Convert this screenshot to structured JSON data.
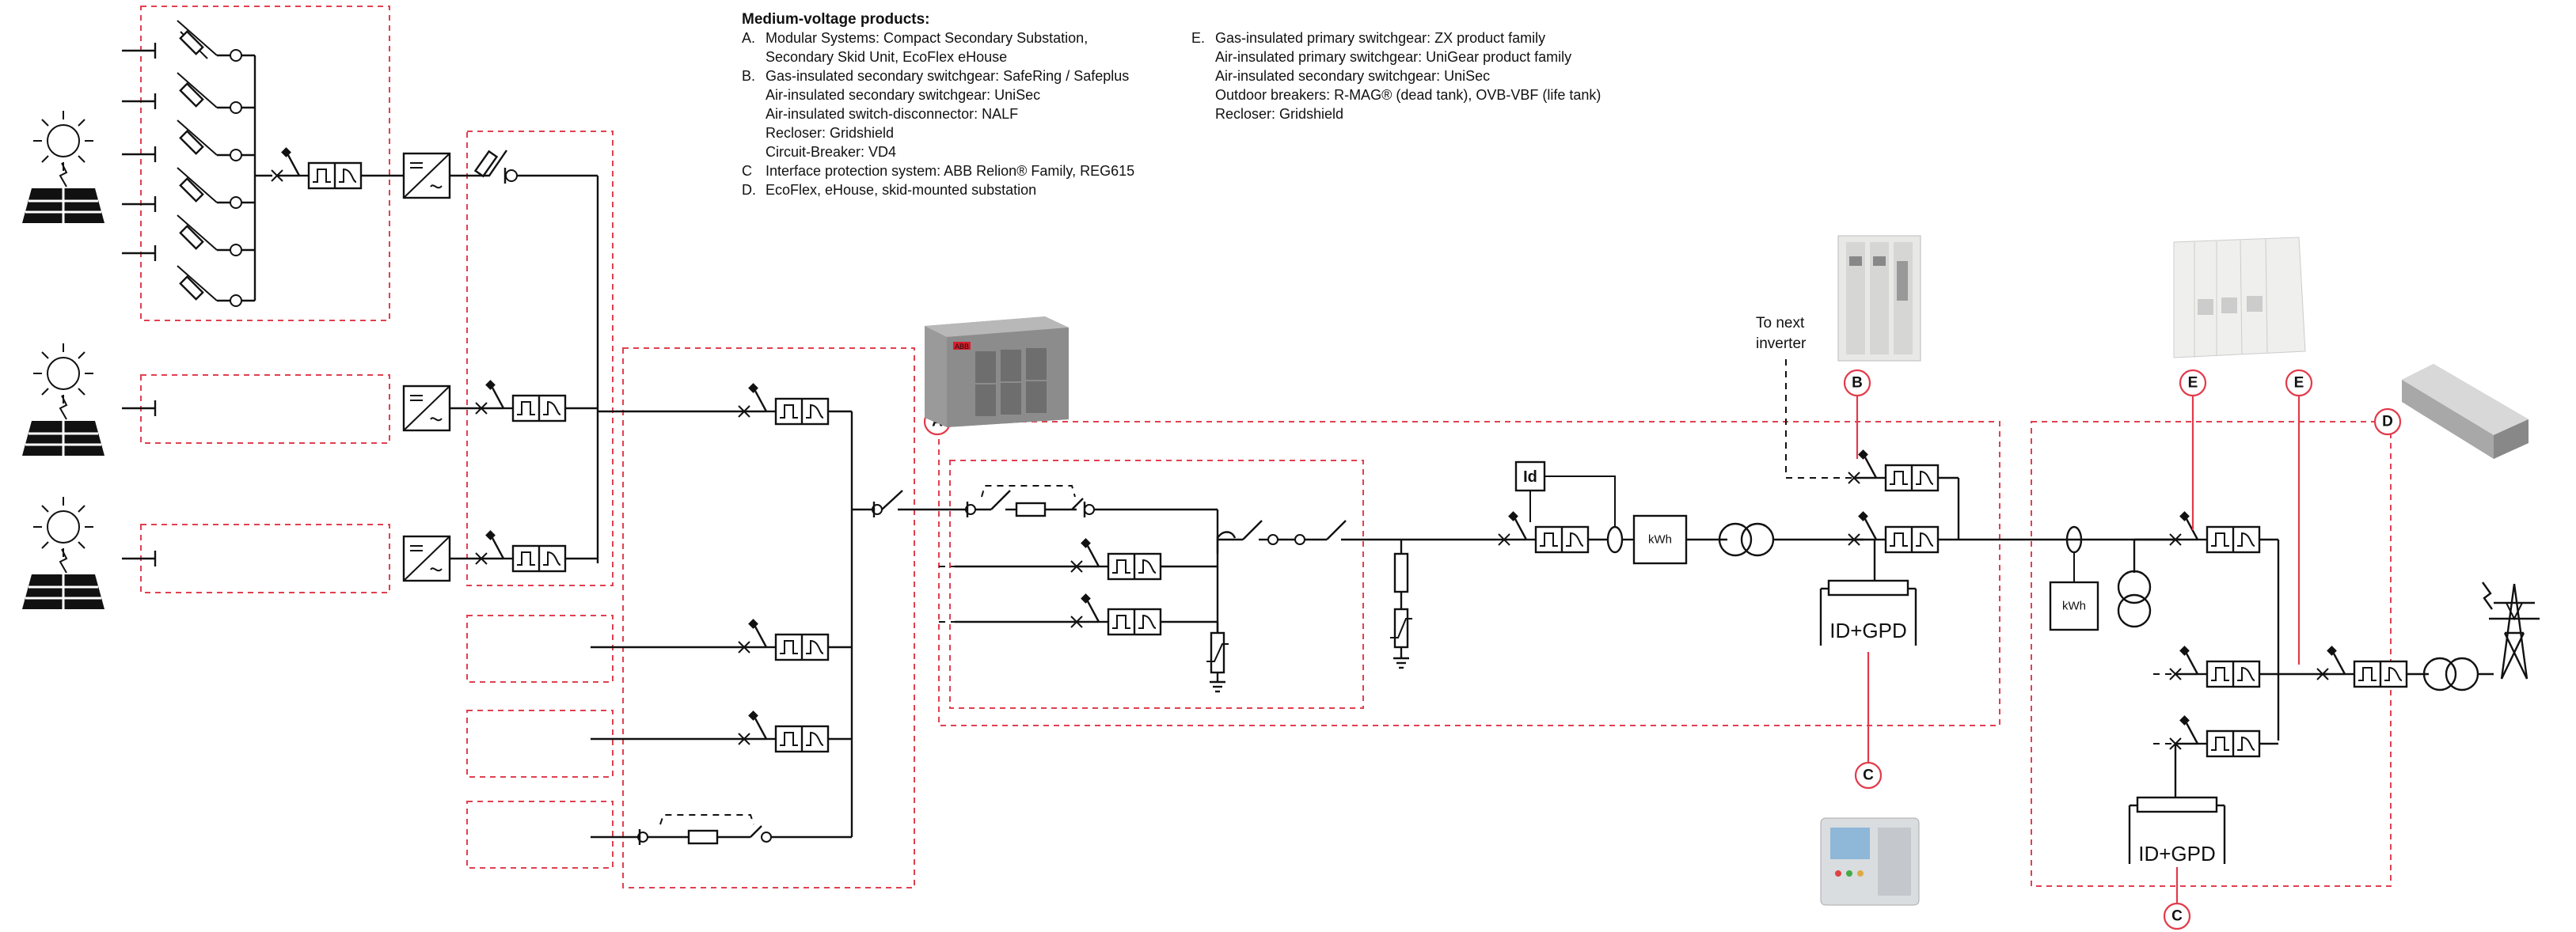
{
  "legend": {
    "title": "Medium-voltage products:",
    "col1": [
      {
        "letter": "A.",
        "text": "Modular Systems: Compact Secondary Substation,"
      },
      {
        "letter": "",
        "text": "Secondary Skid Unit, EcoFlex eHouse"
      },
      {
        "letter": "B.",
        "text": "Gas-insulated secondary switchgear: SafeRing / Safeplus"
      },
      {
        "letter": "",
        "text": "Air-insulated secondary switchgear: UniSec"
      },
      {
        "letter": "",
        "text": "Air-insulated switch-disconnector: NALF"
      },
      {
        "letter": "",
        "text": "Recloser: Gridshield"
      },
      {
        "letter": "",
        "text": "Circuit-Breaker: VD4"
      },
      {
        "letter": "C",
        "text": "Interface protection system: ABB Relion® Family, REG615"
      },
      {
        "letter": "D.",
        "text": "EcoFlex, eHouse, skid-mounted substation"
      }
    ],
    "col2": [
      {
        "letter": "E.",
        "text": "Gas-insulated primary switchgear: ZX product family"
      },
      {
        "letter": "",
        "text": "Air-insulated primary switchgear: UniGear product family"
      },
      {
        "letter": "",
        "text": "Air-insulated secondary switchgear: UniSec"
      },
      {
        "letter": "",
        "text": "Outdoor breakers: R-MAG® (dead tank), OVB-VBF (life tank)"
      },
      {
        "letter": "",
        "text": "Recloser: Gridshield"
      }
    ]
  },
  "labels": {
    "to_next_1": "To next",
    "to_next_2": "inverter",
    "id_box": "Id",
    "kwh_1": "kWh",
    "kwh_2": "kWh",
    "idgpd_1": "ID+GPD",
    "idgpd_2": "ID+GPD",
    "container_logo": "ABB"
  },
  "badges": {
    "A": "A",
    "B": "B",
    "C": "C",
    "D": "D",
    "E": "E"
  },
  "colors": {
    "zone_border": "#e04050",
    "badge": "#e23a4a",
    "line": "#111111"
  },
  "icons": [
    "solar-panel-icon",
    "sun-icon",
    "pv-string-fuse-icon",
    "circuit-breaker-icon",
    "inverter-icon",
    "fuse-icon",
    "transformer-icon",
    "surge-arrester-icon",
    "current-transformer-icon",
    "transmission-tower-icon",
    "switchgear-photo-icon",
    "container-substation-icon",
    "protection-relay-icon"
  ]
}
